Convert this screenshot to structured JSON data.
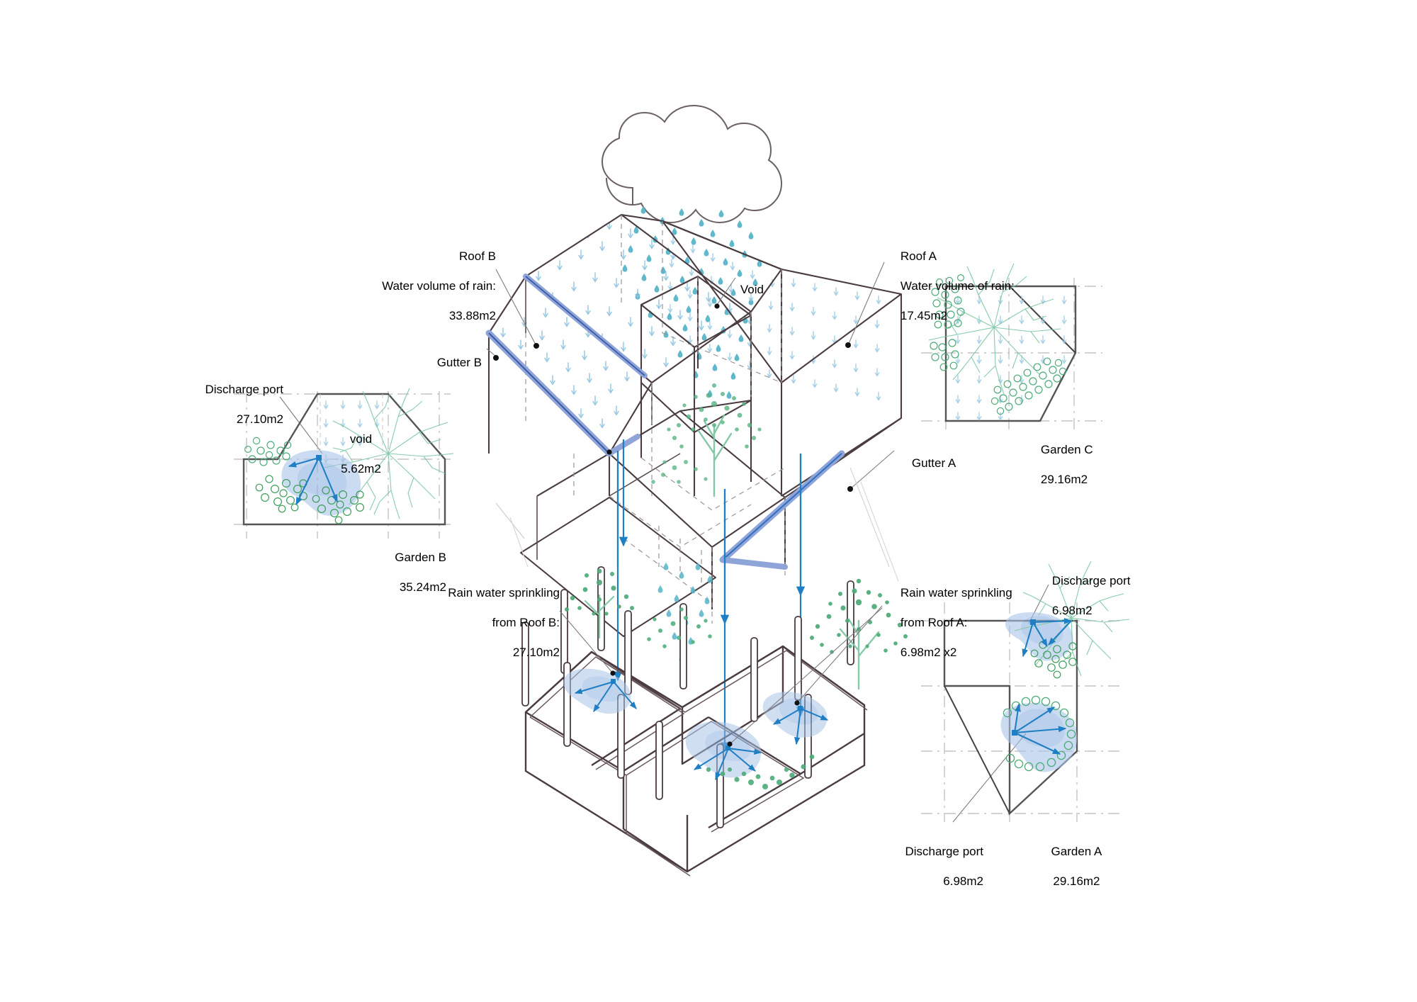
{
  "diagram": {
    "title": "Rainwater harvesting isometric diagram",
    "colors": {
      "line": "#4a3c40",
      "rain": "#7fbdd6",
      "rain_dark": "#3f9cc4",
      "gutter": "#7d96d0",
      "flow": "#1f7fc4",
      "tree_light": "#79c6a4",
      "tree_dark": "#3f9e5e",
      "splash": "#aac4e8",
      "grid": "#b9b9b9",
      "leader": "#8a8a8a"
    }
  },
  "labels": {
    "roof_b": {
      "line1": "Roof B",
      "line2": "Water volume of rain:",
      "line3": "33.88m2"
    },
    "roof_a": {
      "line1": "Roof A",
      "line2": "Water volume of rain:",
      "line3": "17.45m2"
    },
    "void_main": "Void",
    "gutter_b": "Gutter B",
    "gutter_a": "Gutter A",
    "sprinkle_b": {
      "line1": "Rain water sprinkling",
      "line2": "from Roof B:",
      "line3": "27.10m2"
    },
    "sprinkle_a": {
      "line1": "Rain water sprinkling",
      "line2": "from Roof A:",
      "line3": "6.98m2 x2"
    }
  },
  "garden_b": {
    "discharge": {
      "line1": "Discharge port",
      "line2": "27.10m2"
    },
    "void": {
      "line1": "void",
      "line2": "5.62m2"
    },
    "name": {
      "line1": "Garden B",
      "line2": "35.24m2"
    }
  },
  "garden_c": {
    "name": {
      "line1": "Garden C",
      "line2": "29.16m2"
    }
  },
  "garden_a": {
    "discharge_top": {
      "line1": "Discharge port",
      "line2": "6.98m2"
    },
    "discharge_bottom": {
      "line1": "Discharge port",
      "line2": "6.98m2"
    },
    "name": {
      "line1": "Garden A",
      "line2": "29.16m2"
    }
  }
}
